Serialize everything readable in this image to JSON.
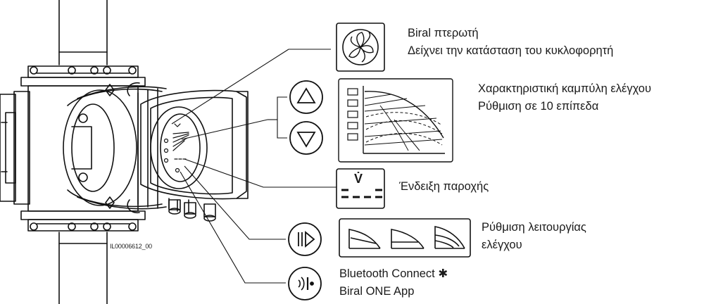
{
  "image_code": "IL00006612_00",
  "callouts": {
    "fan": {
      "line1": "Biral πτερωτή",
      "line2": "Δείχνει την κατάσταση του κυκλοφορητή"
    },
    "curve": {
      "line1": "Χαρακτηριστική καμπύλη ελέγχου",
      "line2": "Ρύθμιση σε 10 επίπεδα"
    },
    "flow": {
      "line1": "Ένδειξη παροχής",
      "symbol": "V̇"
    },
    "mode": {
      "line1": "Ρύθμιση λειτουργίας",
      "line2": "ελέγχου"
    },
    "bluetooth": {
      "line1": "Bluetooth Connect ✱",
      "line2": "Biral ONE App"
    }
  },
  "icons": {
    "fan": "fan-icon",
    "up": "arrow-up-icon",
    "down": "arrow-down-icon",
    "curve_chart": "control-curve-icon",
    "flow": "flow-indicator-icon",
    "mode_button": "mode-button-icon",
    "mode_curves": "control-mode-curves-icon",
    "bluetooth": "bluetooth-connect-icon"
  },
  "colors": {
    "ink": "#111111",
    "background": "#ffffff"
  }
}
